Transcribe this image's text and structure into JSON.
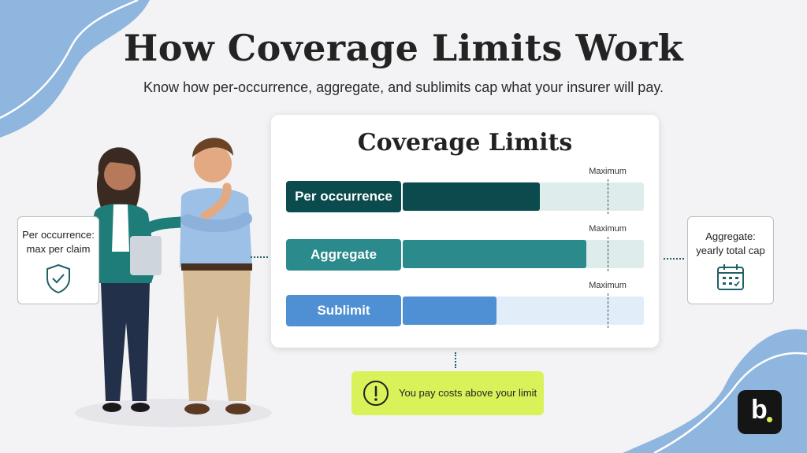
{
  "header": {
    "title": "How Coverage Limits Work",
    "subtitle": "Know how per-occurrence, aggregate, and sublimits cap what your insurer will pay."
  },
  "chart_data": {
    "type": "bar",
    "title": "Coverage Limits",
    "categories": [
      "Per occurrence",
      "Aggregate",
      "Sublimit"
    ],
    "values": [
      0.57,
      0.76,
      0.39
    ],
    "maximum_line": 0.85,
    "maximum_label": "Maximum",
    "colors": [
      "#0b4a4d",
      "#2a8a8c",
      "#4f8fd3"
    ],
    "track_colors": [
      "#dfecec",
      "#dfecec",
      "#e2edfa"
    ]
  },
  "left_note": {
    "line1": "Per occurrence:",
    "line2": "max per claim",
    "icon": "shield-check-icon"
  },
  "right_note": {
    "line1": "Aggregate:",
    "line2": "yearly total cap",
    "icon": "calendar-icon"
  },
  "callout": {
    "text": "You pay costs above your limit",
    "icon": "exclamation-circle-icon"
  },
  "logo": {
    "text": "b",
    "dot_color": "#d9f25a"
  }
}
